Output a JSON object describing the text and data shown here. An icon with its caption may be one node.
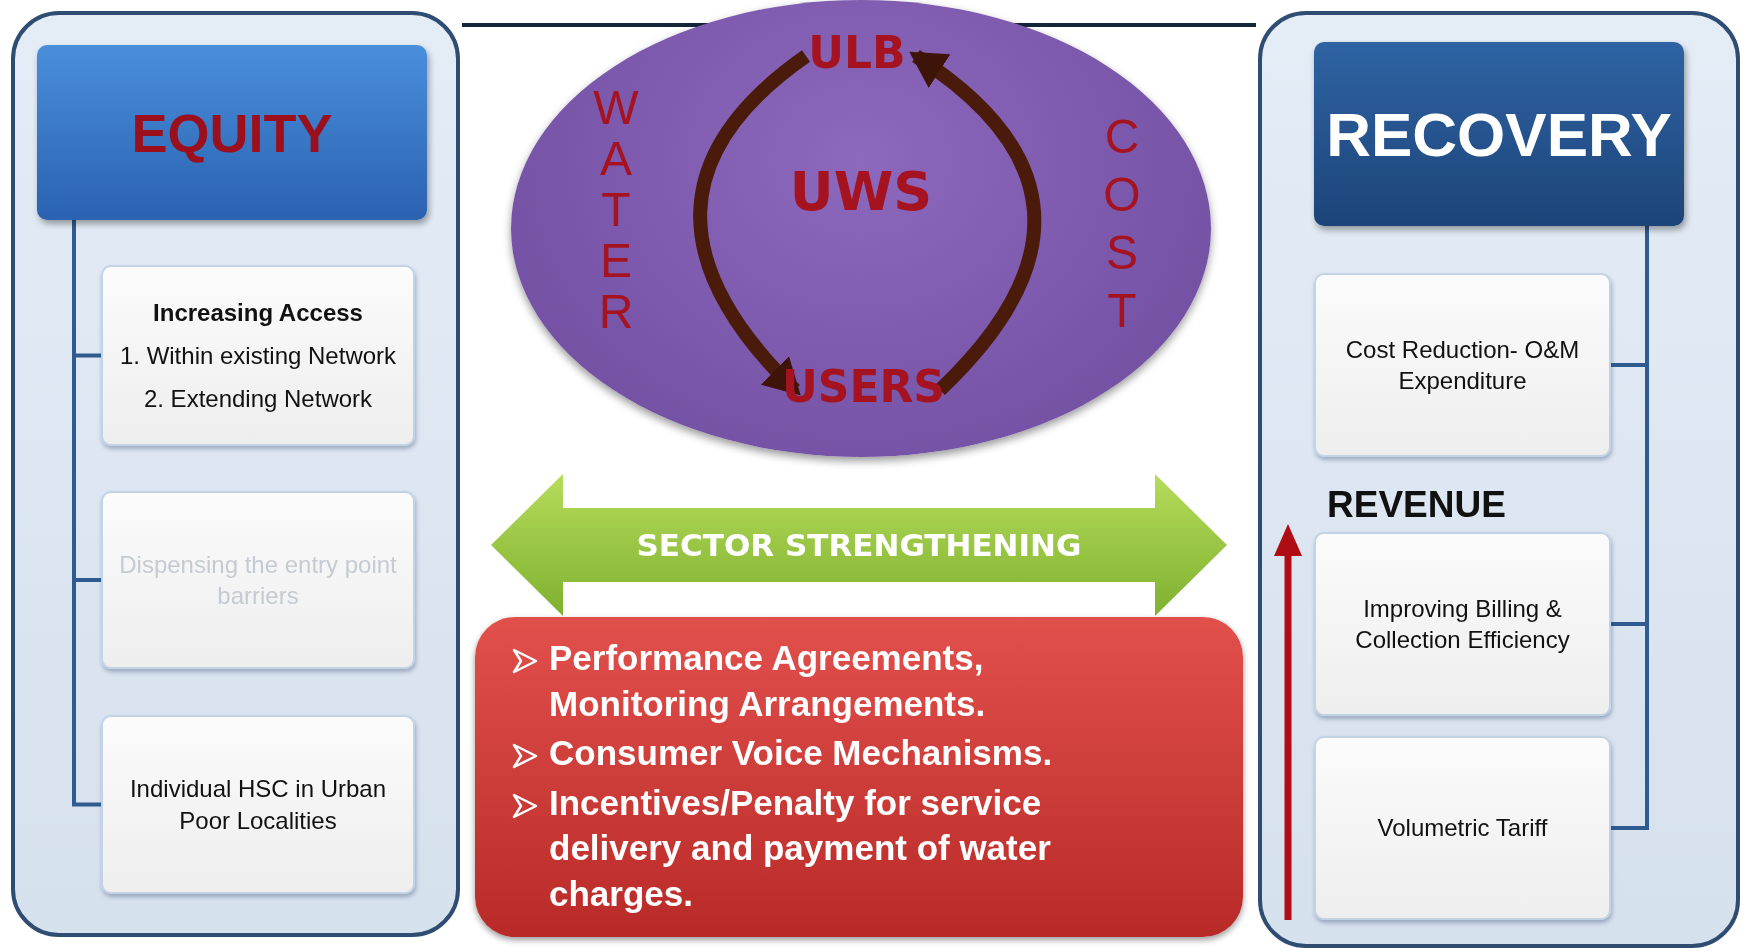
{
  "diagram": {
    "nodes": [
      {
        "text": [],
        "shape": "box"
      },
      {
        "text": [
          "EQUITY"
        ],
        "in": 0
      },
      {
        "text": [
          "Increasing Access",
          "1. Within existing Network",
          "2. Extending Network"
        ],
        "in": 0
      },
      {
        "text": [
          "Dispensing the entry point barriers"
        ],
        "in": 0
      },
      {
        "text": [
          "Individual HSC in Urban Poor Localities"
        ],
        "in": 0
      },
      {
        "text": [
          "UWS"
        ]
      },
      {
        "text": [
          "ULB"
        ],
        "in": 5
      },
      {
        "text": [
          "USERS"
        ],
        "in": 5
      },
      {
        "text": [
          "SECTOR STRENGTHENING"
        ]
      },
      {
        "text": [
          "Performance Agreements, Monitoring Arrangements.",
          "Consumer Voice Mechanisms.",
          "Incentives/Penalty  for service delivery and payment of water charges."
        ]
      },
      {
        "text": [],
        "shape": "box"
      },
      {
        "text": [
          "RECOVERY"
        ],
        "in": 10
      },
      {
        "text": [
          "Cost Reduction- O&M Expenditure"
        ],
        "in": 10
      },
      {
        "text": [
          "Improving Billing & Collection Efficiency"
        ],
        "in": 10
      },
      {
        "text": [
          "Volumetric Tariff"
        ],
        "in": 10
      }
    ],
    "edges": [
      {
        "from": 1,
        "to": 2,
        "arrow": "none"
      },
      {
        "from": 1,
        "to": 3,
        "arrow": "none"
      },
      {
        "from": 1,
        "to": 4,
        "arrow": "none"
      },
      {
        "from": 11,
        "to": 12,
        "arrow": "none"
      },
      {
        "from": 11,
        "to": 13,
        "arrow": "none"
      },
      {
        "from": 11,
        "to": 14,
        "arrow": "none"
      },
      {
        "from": 6,
        "to": 7,
        "arrow": "to",
        "label": "WATER",
        "style": "thick",
        "color": "#4a1a0a"
      },
      {
        "from": 7,
        "to": 6,
        "arrow": "to",
        "label": "COST",
        "style": "thick",
        "color": "#4a1a0a"
      }
    ],
    "labels": [
      "REVENUE"
    ]
  }
}
